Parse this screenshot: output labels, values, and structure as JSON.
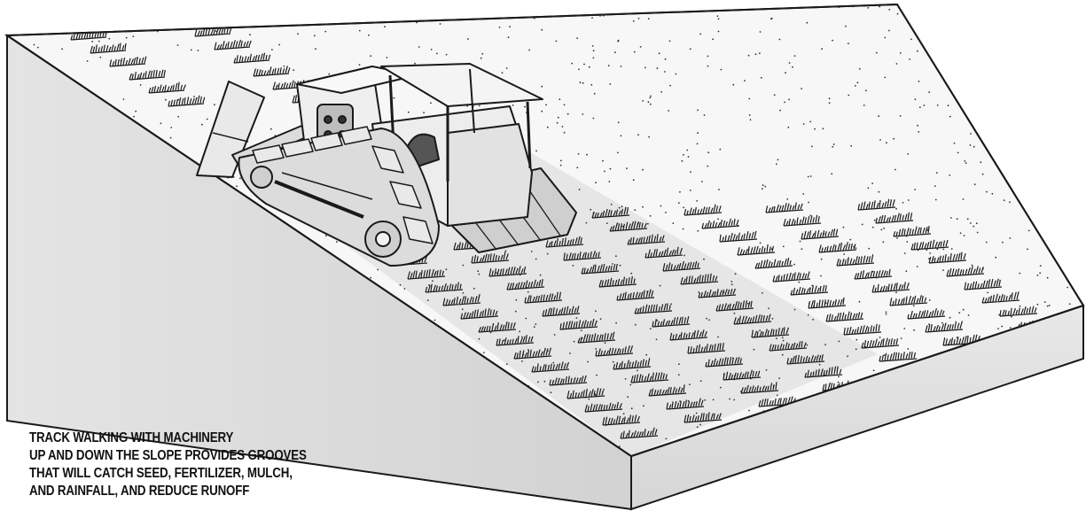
{
  "caption": {
    "lines": [
      "TRACK WALKING WITH MACHINERY",
      "UP AND DOWN THE SLOPE PROVIDES GROOVES",
      "THAT WILL CATCH SEED, FERTILIZER, MULCH,",
      "AND RAINFALL, AND REDUCE RUNOFF"
    ]
  },
  "colors": {
    "ink": "#1a1a1a",
    "surface": "#f6f6f6",
    "grooved_surface": "#e3e3e3",
    "soil_face": "#d9d9d9",
    "machine": "#eeeeee"
  },
  "icons": [
    "bulldozer",
    "track-groove"
  ]
}
